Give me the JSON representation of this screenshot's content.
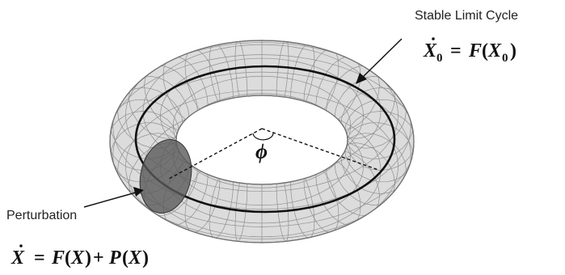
{
  "labels": {
    "stable_limit_cycle": "Stable Limit Cycle",
    "perturbation": "Perturbation",
    "angle_symbol": "ϕ"
  },
  "equations": {
    "limit_cycle": {
      "lhs_var": "X",
      "lhs_sub": "0",
      "func": "F",
      "arg_var": "X",
      "arg_sub": "0"
    },
    "perturbed": {
      "lhs_var": "X",
      "f": "F",
      "f_arg": "X",
      "p": "P",
      "p_arg": "X"
    }
  },
  "colors": {
    "torus_fill": "#d9d9d9",
    "mesh": "#8a8a8a",
    "limit_cycle": "#111111",
    "perturbation": "#555555",
    "text": "#222222"
  }
}
